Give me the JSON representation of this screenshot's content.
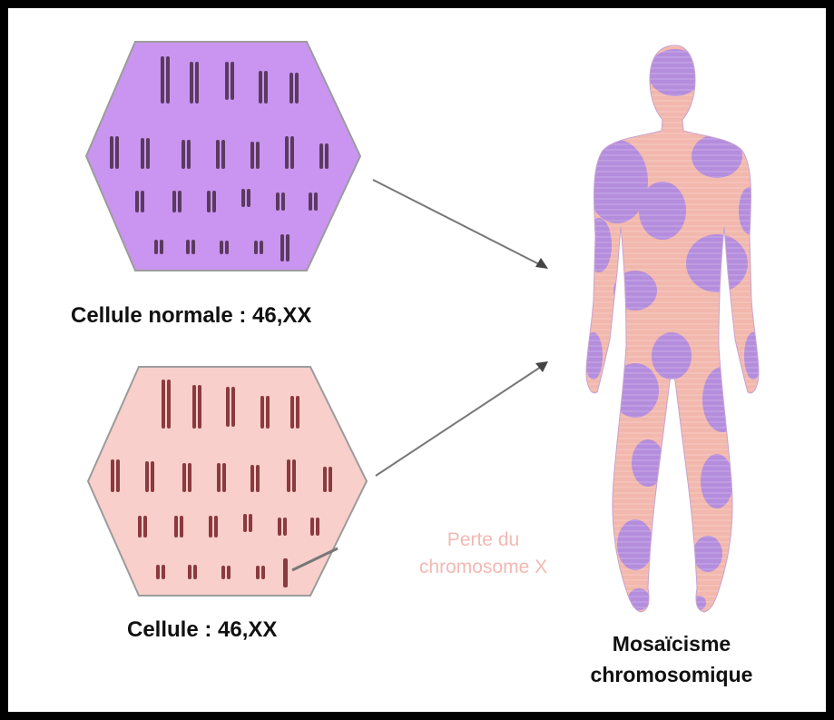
{
  "cells": {
    "normal": {
      "label": "Cellule normale : 46,XX",
      "color": "#c995f0",
      "border": "#9c9c9c",
      "chromosome_color": "#5b3a5f"
    },
    "abnormal": {
      "label": "Cellule : 46,XX",
      "color": "#f8cfca",
      "border": "#9c9c9c",
      "chromosome_color": "#8b3a3f"
    }
  },
  "annotation": {
    "loss_line1": "Perte du",
    "loss_line2": "chromosome X",
    "color": "#f2b9b3"
  },
  "figure": {
    "title_line1": "Mosaïcisme",
    "title_line2": "chromosomique",
    "lavender": "#b58ddd",
    "pink": "#f2b8ad"
  },
  "frame_color": "#000000"
}
